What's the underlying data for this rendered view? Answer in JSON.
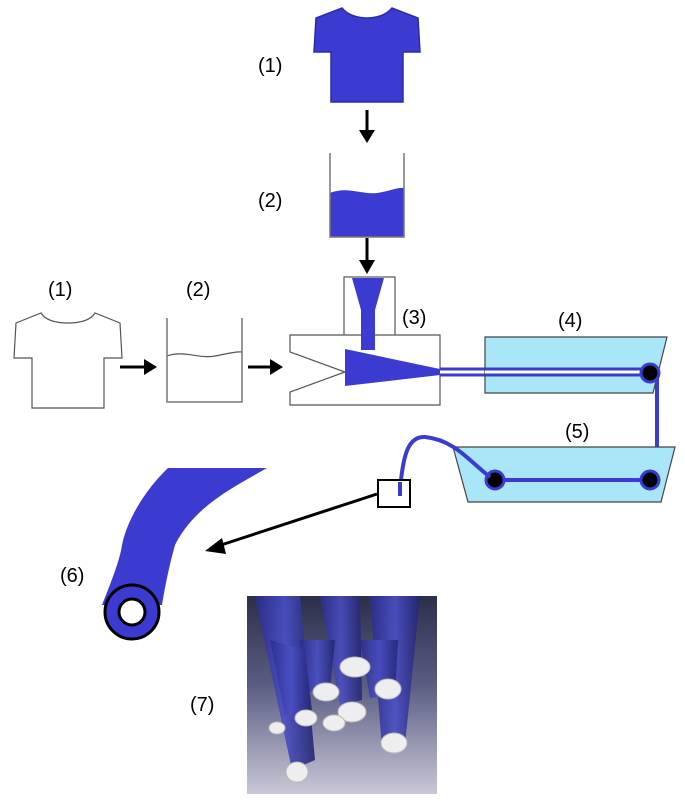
{
  "labels": {
    "top_shirt": "(1)",
    "top_beaker": "(2)",
    "left_shirt": "(1)",
    "left_beaker": "(2)",
    "extruder": "(3)",
    "bath_upper": "(4)",
    "bath_lower": "(5)",
    "tube": "(6)",
    "photo": "(7)"
  },
  "colors": {
    "dye": "#3b3bd1",
    "dye_dark": "#2a2ab0",
    "bath_fill": "#a9e6f7",
    "outline": "#000000",
    "line": "#4a4a4a",
    "background": "#ffffff"
  },
  "icons": {
    "shirt": "tshirt-icon",
    "beaker": "beaker-icon",
    "arrow": "arrow-icon"
  }
}
